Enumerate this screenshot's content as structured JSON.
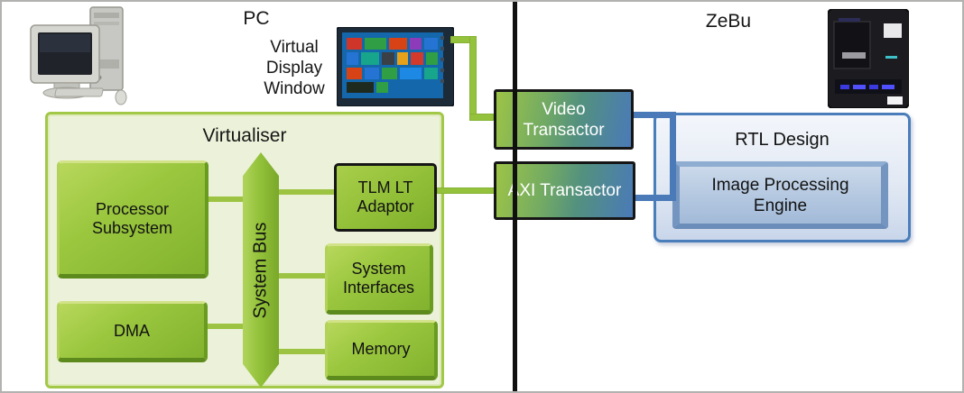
{
  "header": {
    "pc_label": "PC",
    "virtual_display_label": "Virtual Display Window",
    "zebu_label": "ZeBu"
  },
  "virtualiser": {
    "title": "Virtualiser",
    "processor_subsystem": "Processor Subsystem",
    "dma": "DMA",
    "system_bus": "System Bus",
    "tlm_lt_adaptor": "TLM LT Adaptor",
    "system_interfaces": "System Interfaces",
    "memory": "Memory"
  },
  "transactors": {
    "video": "Video Transactor",
    "axi": "AXI Transactor"
  },
  "zebu": {
    "rtl_design": "RTL Design",
    "image_processing_engine": "Image Processing Engine"
  },
  "icons": {
    "pc": "pc-computer-icon",
    "display": "virtual-display-window-icon",
    "zebu_machine": "zebu-emulator-icon"
  },
  "colors": {
    "green_block": "#8fbd36",
    "green_container_fill": "#ecf2d9",
    "green_container_border": "#a2c848",
    "green_connector": "#95c23d",
    "blue_connector": "#4a7ab8",
    "transactor_left": "#9dc446",
    "transactor_right": "#4a7ab8",
    "rtl_fill": "#e2e9f4",
    "rtl_border": "#4a7ebb",
    "ipe_fill": "#b3c7e0",
    "divider": "#101010"
  }
}
